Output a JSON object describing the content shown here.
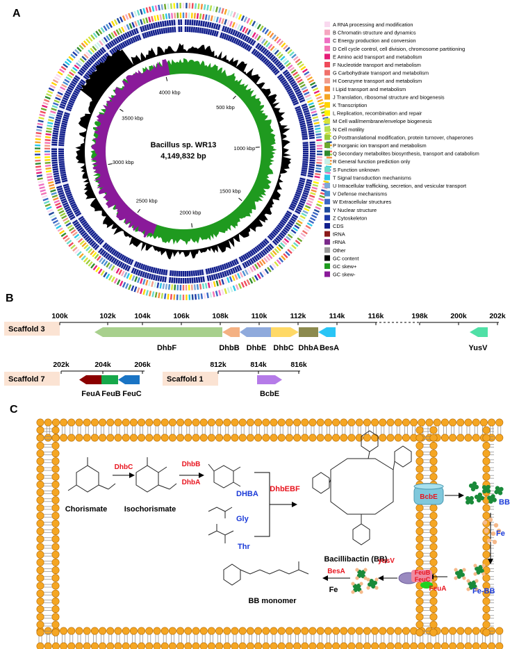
{
  "panels": {
    "a": "A",
    "b": "B",
    "c": "C"
  },
  "genome": {
    "name": "Bacillus sp. WR13",
    "size": "4,149,832 bp",
    "ticks": [
      "500 kbp",
      "1000 kbp",
      "1500 kbp",
      "2000 kbp",
      "2500 kbp",
      "3000 kbp",
      "3500 kbp",
      "4000 kbp"
    ]
  },
  "legend": [
    {
      "label": "A RNA processing and modification",
      "color": "#f9d9ef"
    },
    {
      "label": "B Chromatin structure and dynamics",
      "color": "#f5a6c0"
    },
    {
      "label": "C Energy production and conversion",
      "color": "#ef6fc2"
    },
    {
      "label": "D Cell cycle control, cell division, chromosome partitioning",
      "color": "#f272b4"
    },
    {
      "label": "E Amino acid transport and metabolism",
      "color": "#e51c77"
    },
    {
      "label": "F Nucleotide transport and metabolism",
      "color": "#ef4a5a"
    },
    {
      "label": "G Carbohydrate transport and metabolism",
      "color": "#f0706a"
    },
    {
      "label": "H Coenzyme transport and metabolism",
      "color": "#f19c8a"
    },
    {
      "label": "I Lipid transport and metabolism",
      "color": "#f58c3a"
    },
    {
      "label": "J Translation, ribosomal structure and biogenesis",
      "color": "#f5a623"
    },
    {
      "label": "K Transcription",
      "color": "#ffd400"
    },
    {
      "label": "L Replication, recombination and repair",
      "color": "#fff200"
    },
    {
      "label": "M Cell wall/membrane/envelope biogenesis",
      "color": "#d7e33a"
    },
    {
      "label": "N Cell motility",
      "color": "#b6e04f"
    },
    {
      "label": "O Posttranslational modification, protein turnover, chaperones",
      "color": "#9bcc3a"
    },
    {
      "label": "P Inorganic ion transport and metabolism",
      "color": "#6ea72c"
    },
    {
      "label": "Q Secondary metabolites biosynthesis, transport and catabolism",
      "color": "#2e8b2e"
    },
    {
      "label": "R General function prediction only",
      "color": "#c8f0e8"
    },
    {
      "label": "S Function unknown",
      "color": "#66d9c8"
    },
    {
      "label": "T Signal transduction mechanisms",
      "color": "#28c7e6"
    },
    {
      "label": "U Intracellular trafficking, secretion, and vesicular transport",
      "color": "#7fa8d6"
    },
    {
      "label": "V Defense mechanisms",
      "color": "#4a8fd0"
    },
    {
      "label": "W Extracellular structures",
      "color": "#3a66c4"
    },
    {
      "label": "Y Nuclear structure",
      "color": "#1f4a9c"
    },
    {
      "label": "Z Cytoskeleton",
      "color": "#1e3aa8"
    },
    {
      "label": "CDS",
      "color": "#121f8c"
    },
    {
      "label": "tRNA",
      "color": "#8b1a1a"
    },
    {
      "label": "rRNA",
      "color": "#7a2a8a"
    },
    {
      "label": "Other",
      "color": "#9a9a9a"
    },
    {
      "label": "GC content",
      "color": "#000000"
    },
    {
      "label": "GC skew+",
      "color": "#1f9a1f"
    },
    {
      "label": "GC skew-",
      "color": "#8a1a9a"
    }
  ],
  "scaffolds": {
    "s3": {
      "label": "Scaffold 3",
      "ticks": [
        "100k",
        "102k",
        "104k",
        "106k",
        "108k",
        "110k",
        "112k",
        "114k",
        "116k",
        "198k",
        "200k",
        "202k"
      ],
      "genes": [
        {
          "name": "DhbF",
          "color": "#a8d08d"
        },
        {
          "name": "DhbB",
          "color": "#f4b183"
        },
        {
          "name": "DhbE",
          "color": "#8faadc"
        },
        {
          "name": "DhbC",
          "color": "#ffd966"
        },
        {
          "name": "DhbA",
          "color": "#8c8a4e"
        },
        {
          "name": "BesA",
          "color": "#29c5f6"
        },
        {
          "name": "YusV",
          "color": "#4fe0a6"
        }
      ]
    },
    "s7": {
      "label": "Scaffold 7",
      "ticks": [
        "202k",
        "204k",
        "206k"
      ],
      "genes": [
        {
          "name": "FeuA",
          "color": "#8b0000"
        },
        {
          "name": "FeuB",
          "color": "#16a84a"
        },
        {
          "name": "FeuC",
          "color": "#1a74c4"
        }
      ]
    },
    "s1": {
      "label": "Scaffold 1",
      "ticks": [
        "812k",
        "814k",
        "816k"
      ],
      "genes": [
        {
          "name": "BcbE",
          "color": "#b57be8"
        }
      ]
    }
  },
  "pathway": {
    "chorismate": "Chorismate",
    "isochorismate": "Isochorismate",
    "dhbc": "DhbC",
    "dhbb": "DhbB",
    "dhba": "DhbA",
    "dhba_mol": "DHBA",
    "gly": "Gly",
    "thr": "Thr",
    "dhbebf": "DhbEBF",
    "bacillibactin": "Bacillibactin (BB)",
    "bcbe": "BcbE",
    "bb": "BB",
    "fe": "Fe",
    "fe_bb": "Fe-BB",
    "feua": "FeuA",
    "feub": "FeuB",
    "feuc": "FeuC",
    "yusv": "yusV",
    "besa": "BesA",
    "fe_out": "Fe",
    "bb_monomer": "BB monomer"
  },
  "colors": {
    "membrane": "#f5a623",
    "cds": "#121f8c",
    "enzyme_red": "#e8141e",
    "blue_label": "#1a3ad8",
    "bb_green": "#1a8a3a",
    "transporter": "#7fc8dc",
    "scaffold_bg": "#fbe3d3"
  }
}
